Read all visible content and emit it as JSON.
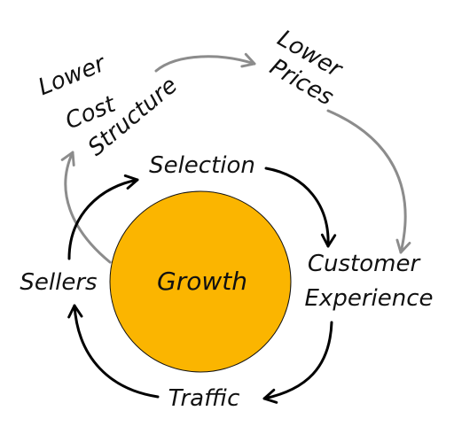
{
  "diagram": {
    "center_label": "Growth",
    "nodes": {
      "selection": "Selection",
      "customer_experience_line1": "Customer",
      "customer_experience_line2": "Experience",
      "traffic": "Traffic",
      "sellers": "Sellers",
      "lower_cost_line1": "Lower",
      "lower_cost_line2": "Cost",
      "lower_cost_line3": "Structure",
      "lower_prices_line1": "Lower",
      "lower_prices_line2": "Prices"
    },
    "colors": {
      "center_fill": "#FBB500",
      "inner_loop": "#000000",
      "outer_loop": "#8C8C8C",
      "text": "#111111"
    }
  }
}
